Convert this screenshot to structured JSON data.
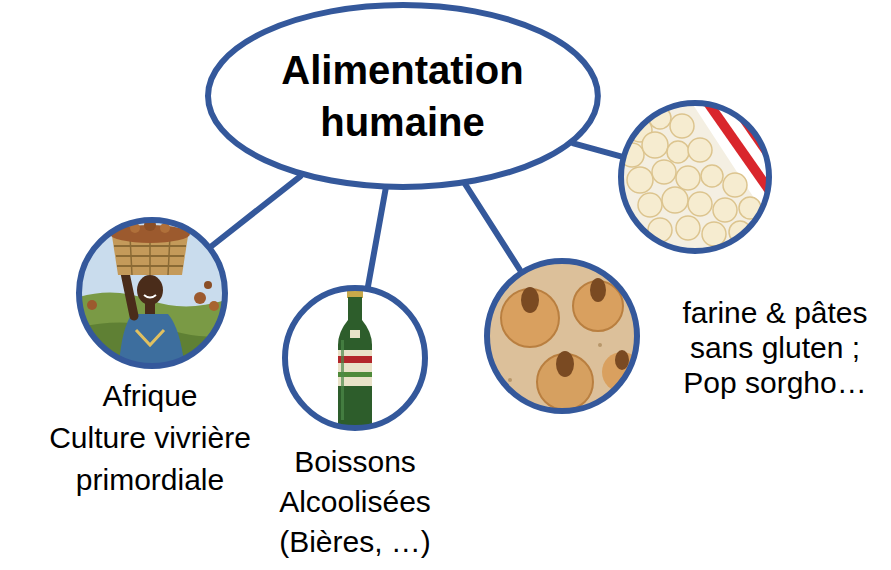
{
  "diagram": {
    "nodes": [
      {
        "text": [
          "Alimentation humaine"
        ]
      },
      {
        "text": [
          "Afrique",
          "Culture vivrière primordiale"
        ]
      },
      {
        "text": [
          "Boissons Alcoolisées (Bières, …)"
        ]
      },
      {
        "text": [
          "farine & pâtes sans gluten ; Pop sorgho…"
        ]
      }
    ],
    "edges": [
      {
        "from": 0,
        "to": 1,
        "arrow": "none"
      },
      {
        "from": 0,
        "to": 2,
        "arrow": "none"
      },
      {
        "from": 0,
        "to": 3,
        "arrow": "none"
      }
    ]
  }
}
